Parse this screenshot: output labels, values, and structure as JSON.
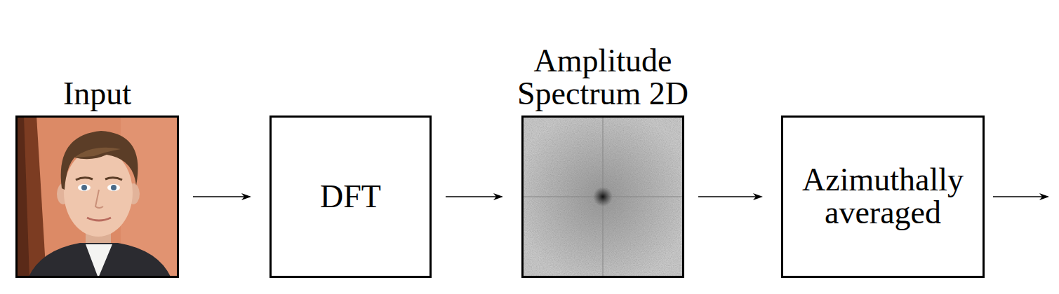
{
  "diagram": {
    "nodes": [
      {
        "text": [
          "Input"
        ]
      },
      {
        "text": [
          "DFT"
        ]
      },
      {
        "text": [
          "Amplitude Spectrum 2D"
        ]
      },
      {
        "text": [
          "Azimuthally averaged"
        ]
      }
    ],
    "edges": [
      {
        "from": 0,
        "to": 1,
        "arrow": "to"
      },
      {
        "from": 1,
        "to": 2,
        "arrow": "to"
      },
      {
        "from": 2,
        "to": 3,
        "arrow": "to"
      }
    ]
  }
}
